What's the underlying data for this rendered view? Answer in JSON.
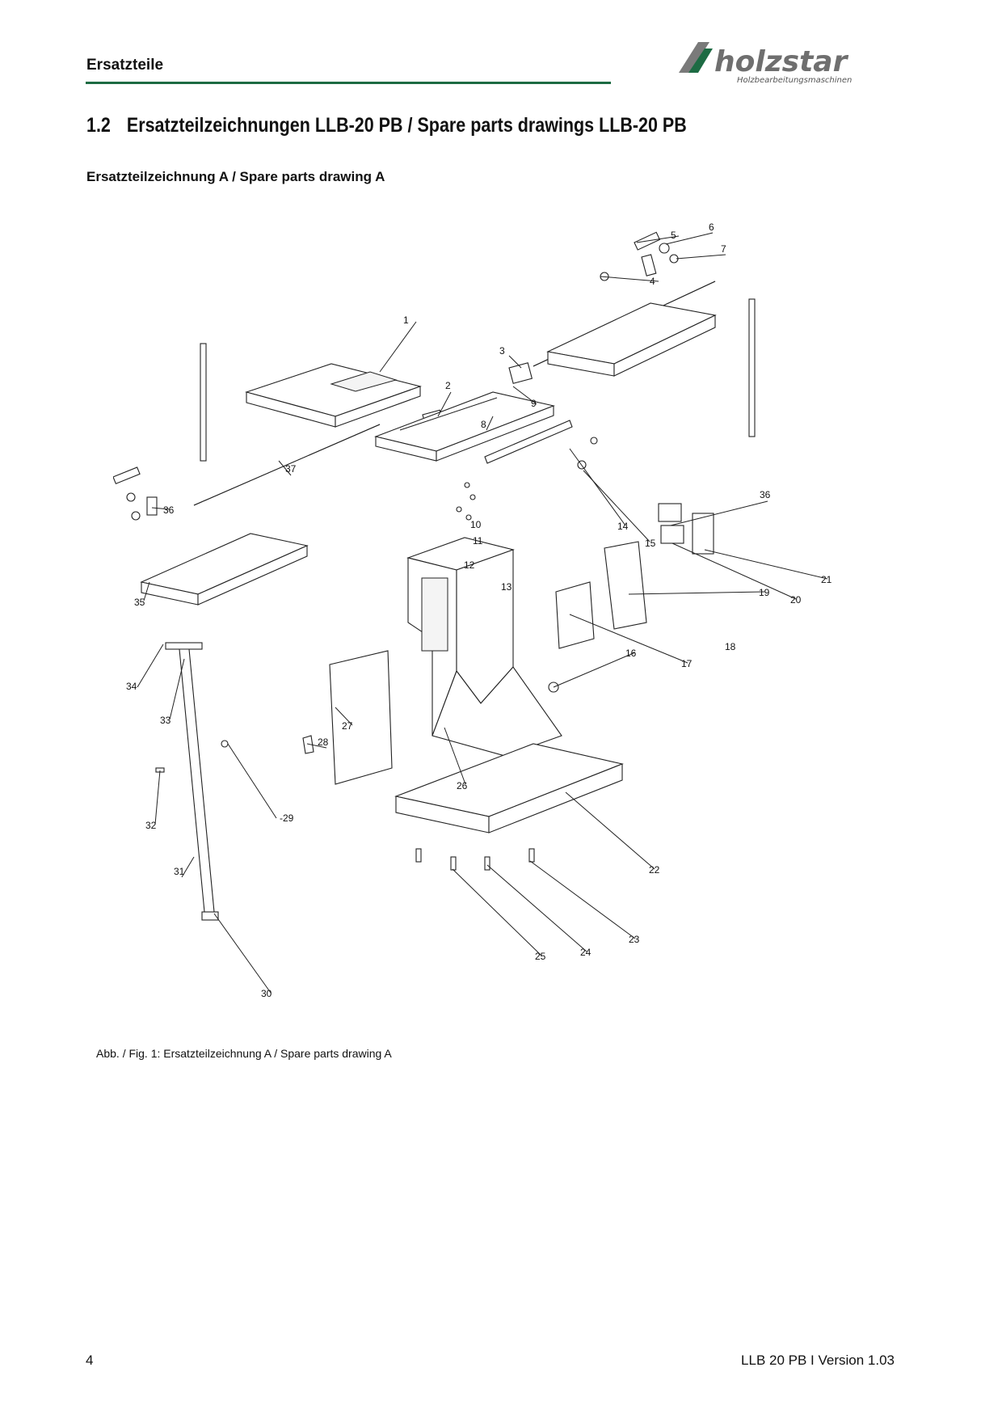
{
  "header": {
    "title": "Ersatzteile",
    "logo_text": "holzstar",
    "logo_tagline": "Holzbearbeitungsmaschinen",
    "brand_color": "#1d6b43"
  },
  "section": {
    "number": "1.2",
    "title": "Ersatzteilzeichnungen LLB-20 PB  / Spare parts drawings LLB-20 PB"
  },
  "subheading": "Ersatzteilzeichnung A / Spare parts drawing A",
  "drawing": {
    "part_labels": [
      "1",
      "2",
      "3",
      "4",
      "5",
      "6",
      "7",
      "8",
      "9",
      "10",
      "11",
      "12",
      "13",
      "14",
      "15",
      "16",
      "17",
      "18",
      "19",
      "20",
      "21",
      "22",
      "23",
      "24",
      "25",
      "26",
      "27",
      "28",
      "-29",
      "30",
      "31",
      "32",
      "33",
      "34",
      "35",
      "36",
      "36",
      "37"
    ]
  },
  "caption": "Abb. / Fig. 1: Ersatzteilzeichnung A / Spare parts drawing A",
  "footer": {
    "page_number": "4",
    "doc_version": "LLB 20 PB I Version 1.03"
  }
}
